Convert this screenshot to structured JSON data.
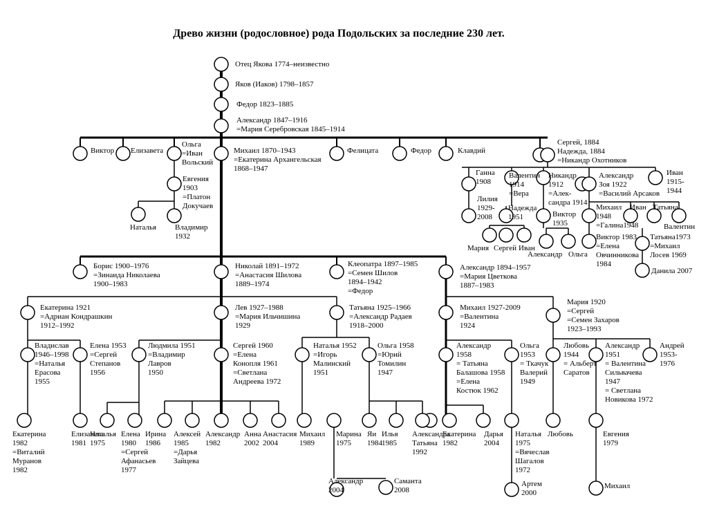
{
  "title": "Древо жизни (родословное) рода Подольских за последние 230 лет.",
  "colors": {
    "line": "#000000",
    "node_fill": "#ffffff"
  },
  "nodes": [
    {
      "id": "n1",
      "text": "Отец Якова 1774–неизвестно"
    },
    {
      "id": "n2",
      "text": "Яков (Иаков) 1798–1857"
    },
    {
      "id": "n3",
      "text": "Федор 1823–1885"
    },
    {
      "id": "n4",
      "text": "Александр 1847–1916\n=Мария Серебровская 1845–1914"
    },
    {
      "id": "n5",
      "text": "Виктор"
    },
    {
      "id": "n6",
      "text": "Елизавета"
    },
    {
      "id": "n7",
      "text": "Ольга\n=Иван\nВольский"
    },
    {
      "id": "n8",
      "text": "Михаил 1870–1943\n=Екатерина Архангельская\n1868–1947"
    },
    {
      "id": "n9",
      "text": "Фелицата"
    },
    {
      "id": "n10",
      "text": "Федор"
    },
    {
      "id": "n11",
      "text": "Клавдий"
    },
    {
      "id": "n12",
      "text": "Сергей, 1884\nНадежда, 1884\n=Никандр Охотников"
    },
    {
      "id": "n13",
      "text": "Евгения\n1903\n=Платон\nДокучаев"
    },
    {
      "id": "n14",
      "text": "Наталья"
    },
    {
      "id": "n15",
      "text": "Владимир\n1932"
    },
    {
      "id": "n16",
      "text": "Ганна\n1908"
    },
    {
      "id": "n17",
      "text": "Лилия\n1929-\n2008"
    },
    {
      "id": "n18",
      "text": "Валентин\n1914\n=Вера"
    },
    {
      "id": "n19",
      "text": "Надежда\n1951"
    },
    {
      "id": "n20",
      "text": "Мария"
    },
    {
      "id": "n21",
      "text": "Сергей"
    },
    {
      "id": "n22",
      "text": "Иван"
    },
    {
      "id": "n23",
      "text": "Никандр\n1912\n=Алек-\nсандра 1914"
    },
    {
      "id": "n24",
      "text": "Виктор\n1935"
    },
    {
      "id": "n25",
      "text": "Александр"
    },
    {
      "id": "n26",
      "text": "Ольга"
    },
    {
      "id": "n27",
      "text": "Александр\nЗоя 1922\n=Василий Арсаков"
    },
    {
      "id": "n28",
      "text": "Иван\n1915-\n1944"
    },
    {
      "id": "n29",
      "text": "Михаил\n1948\n=Галина1948"
    },
    {
      "id": "n30",
      "text": "Иван"
    },
    {
      "id": "n31",
      "text": "Татьяна"
    },
    {
      "id": "n32",
      "text": "Валентин"
    },
    {
      "id": "n33",
      "text": "Виктор 1983\n=Елена\nОвчинникова\n1984"
    },
    {
      "id": "n34",
      "text": "Татьяна1973\n=Михаил\nЛосев 1969"
    },
    {
      "id": "n35",
      "text": "Данила 2007"
    },
    {
      "id": "n36",
      "text": "Борис 1900–1976\n=Зинаида Николаева\n1900–1983"
    },
    {
      "id": "n37",
      "text": "Николай 1891–1972\n=Анастасия Шилова\n1889–1974"
    },
    {
      "id": "n38",
      "text": "Клеопатра 1897–1985\n=Семен Шилов\n1894–1942\n=Федор"
    },
    {
      "id": "n39",
      "text": "Александр 1894–1957\n=Мария Цветкова\n1887–1983"
    },
    {
      "id": "n40",
      "text": "Екатерина 1921\n=Адриан Кондрашкин\n1912–1992"
    },
    {
      "id": "n41",
      "text": "Лев 1927–1988\n=Мария Ильчишина\n1929"
    },
    {
      "id": "n42",
      "text": "Татьяна 1925–1966\n=Александр Радаев\n1918–2000"
    },
    {
      "id": "n43",
      "text": "Михаил 1927-2009\n=Валентина\n1924"
    },
    {
      "id": "n44",
      "text": "Мария 1920\n=Сергей\n=Семен Захаров\n1923–1993"
    },
    {
      "id": "n45",
      "text": "Владислав\n1946–1998\n=Наталья\nЕрасова\n1955"
    },
    {
      "id": "n46",
      "text": "Елена 1953\n=Сергей\nСтепанов\n1956"
    },
    {
      "id": "n47",
      "text": "Людмила 1951\n=Владимир\nЛавров\n1950"
    },
    {
      "id": "n48",
      "text": "Сергей 1960\n=Елена\nКонопля 1961\n=Светлана\nАндреева 1972"
    },
    {
      "id": "n49",
      "text": "Наталья 1952\n=Игорь\nМалинский\n1951"
    },
    {
      "id": "n50",
      "text": "Ольга 1958\n=Юрий\nТомилин\n1947"
    },
    {
      "id": "n51",
      "text": "Александр\n1958\n= Татьяна\nБалашова 1958\n=Елена\nКостюк 1962"
    },
    {
      "id": "n52",
      "text": "Ольга\n1953\n= Ткачук\nВалерий\n1949"
    },
    {
      "id": "n53",
      "text": "Любовь\n1944\n= Альберт\nСаратов"
    },
    {
      "id": "n54",
      "text": "Александр\n1951\n= Валентина\nСильвачева\n1947\n= Светлана\nНовикова 1972"
    },
    {
      "id": "n55",
      "text": "Андрей\n1953-\n1976"
    },
    {
      "id": "n56",
      "text": "Екатерина\n1982\n=Виталий\nМуранов\n1982"
    },
    {
      "id": "n57",
      "text": "Елизавета\n1981"
    },
    {
      "id": "n58",
      "text": "Наталья\n1975"
    },
    {
      "id": "n59",
      "text": "Елена\n1980\n=Сергей\nАфанасьев\n1977"
    },
    {
      "id": "n60",
      "text": "Ирина\n1986"
    },
    {
      "id": "n61",
      "text": "Алексей\n1985\n=Дарья\nЗайцева"
    },
    {
      "id": "n62",
      "text": "Александр\n1982"
    },
    {
      "id": "n63",
      "text": "Анна\n2002"
    },
    {
      "id": "n64",
      "text": "Анастасия\n2004"
    },
    {
      "id": "n65",
      "text": "Михаил\n1989"
    },
    {
      "id": "n66",
      "text": "Марина\n1975"
    },
    {
      "id": "n67",
      "text": "Яи\n1984"
    },
    {
      "id": "n68",
      "text": "Илья\n1985"
    },
    {
      "id": "n69",
      "text": "Александра\nТатьяна\n1992"
    },
    {
      "id": "n70",
      "text": "Екатерина\n1982"
    },
    {
      "id": "n71",
      "text": "Дарья\n2004"
    },
    {
      "id": "n72",
      "text": "Наталья\n1975\n=Вячеслав\nШагалов\n1972"
    },
    {
      "id": "n73",
      "text": "Любовь"
    },
    {
      "id": "n74",
      "text": "Евгения\n1979"
    },
    {
      "id": "n75",
      "text": "Александр\n2004"
    },
    {
      "id": "n76",
      "text": "Саманта\n2008"
    },
    {
      "id": "n77",
      "text": "Артем\n2000"
    },
    {
      "id": "n78",
      "text": "Михаил"
    }
  ]
}
